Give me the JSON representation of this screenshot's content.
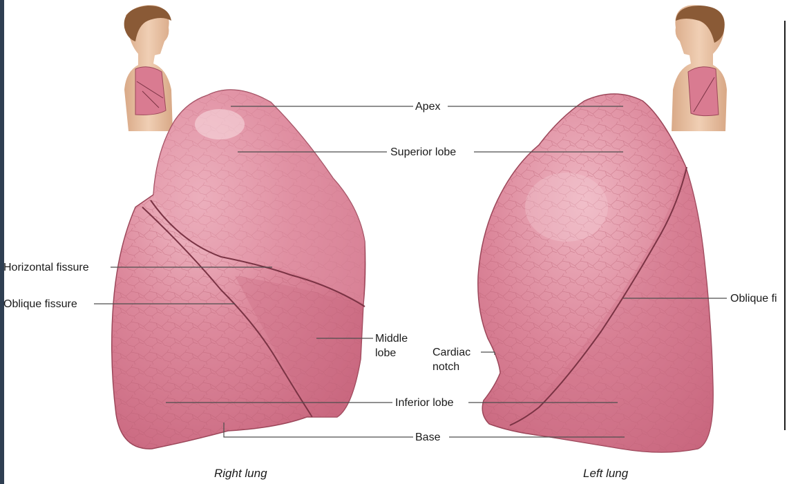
{
  "labels": {
    "apex": "Apex",
    "superior_lobe": "Superior lobe",
    "horizontal_fissure": "Horizontal fissure",
    "oblique_fissure_right": "Oblique fissure",
    "middle_lobe_line1": "Middle",
    "middle_lobe_line2": "lobe",
    "cardiac_notch_line1": "Cardiac",
    "cardiac_notch_line2": "notch",
    "oblique_fissure_left": "Oblique fi",
    "inferior_lobe": "Inferior lobe",
    "base": "Base"
  },
  "captions": {
    "right_lung": "Right lung",
    "left_lung": "Left lung"
  },
  "colors": {
    "lung_fill": "#d97b91",
    "lung_light": "#ecaebb",
    "lung_edge": "#9b4659",
    "fissure": "#7a3344",
    "leader_line": "#4d4d4d",
    "skin": "#e8c3a4",
    "hair": "#8a5a36",
    "slide_edge": "#2f3f52"
  }
}
